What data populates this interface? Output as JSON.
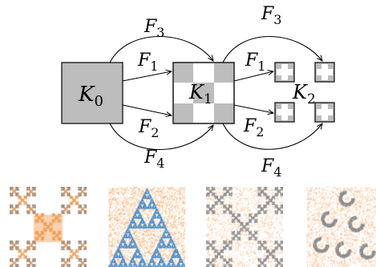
{
  "diagram": {
    "nodes": {
      "k0": {
        "label": "K",
        "sub": "0"
      },
      "k1": {
        "label": "K",
        "sub": "1"
      },
      "k2": {
        "label": "K",
        "sub": "2"
      }
    },
    "edges": {
      "f1_a": {
        "label": "F",
        "sub": "1"
      },
      "f2_a": {
        "label": "F",
        "sub": "2"
      },
      "f3_a": {
        "label": "F",
        "sub": "3"
      },
      "f4_a": {
        "label": "F",
        "sub": "4"
      },
      "f1_b": {
        "label": "F",
        "sub": "1"
      },
      "f2_b": {
        "label": "F",
        "sub": "2"
      },
      "f3_b": {
        "label": "F",
        "sub": "3"
      },
      "f4_b": {
        "label": "F",
        "sub": "4"
      }
    }
  },
  "colors": {
    "fill_gray": "#bdbdbd",
    "stroke": "#000000",
    "point_orange": "#f39a4d",
    "point_blue": "#4a8fd0",
    "point_gray": "#8a8a8a"
  },
  "bottom_panels": [
    {
      "name": "panel-1",
      "description_icon": "carpet-fractal-icon"
    },
    {
      "name": "panel-2",
      "description_icon": "sierpinski-triangle-icon"
    },
    {
      "name": "panel-3",
      "description_icon": "cross-fractal-icon"
    },
    {
      "name": "panel-4",
      "description_icon": "dragon-fractal-icon"
    }
  ]
}
